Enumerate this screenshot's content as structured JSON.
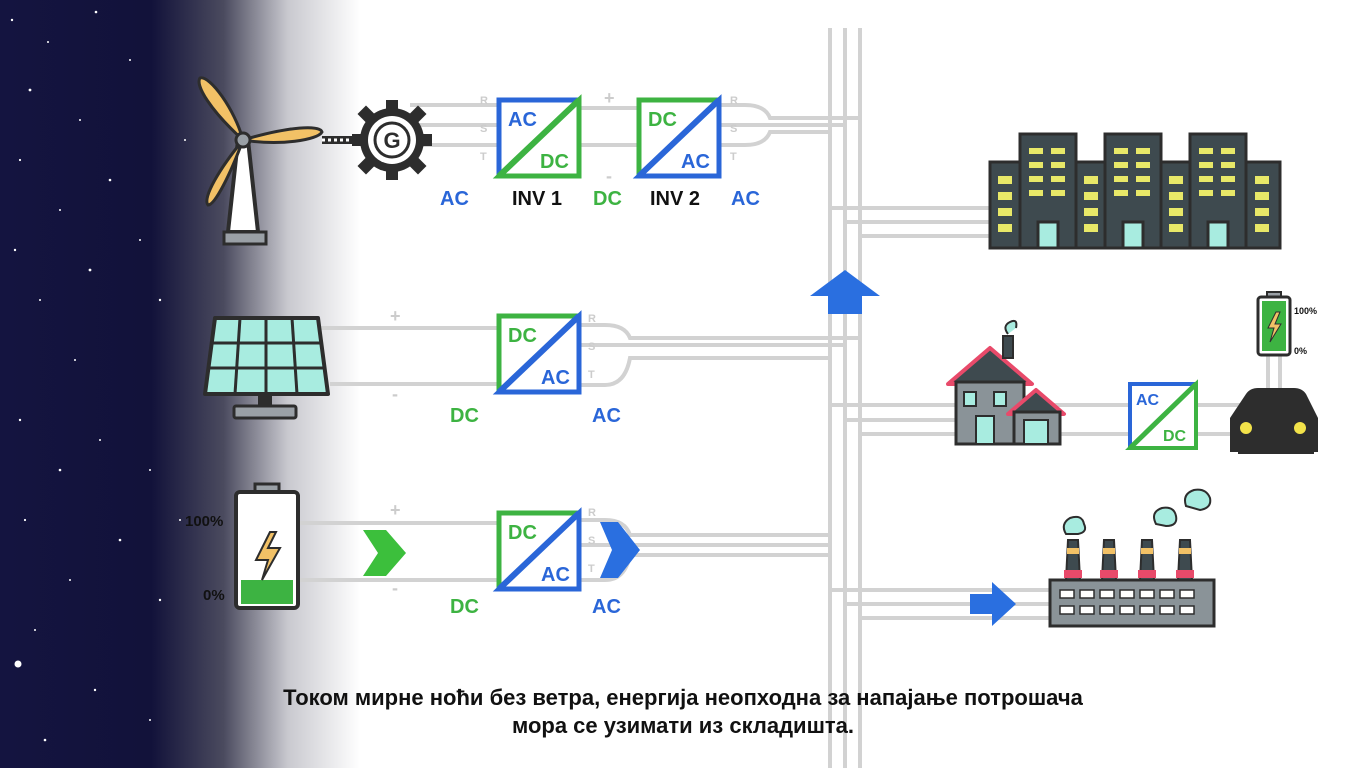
{
  "colors": {
    "ac": "#2a66d8",
    "dc": "#3db342",
    "night_sky": "#12123a",
    "wire": "#d2d2d2",
    "arrow_blue": "#2a6fe0",
    "arrow_green": "#3cbf3c"
  },
  "phase_labels": [
    "R",
    "S",
    "T"
  ],
  "polarity": {
    "plus": "+",
    "minus": "-"
  },
  "wind_row": {
    "generator_letter": "G",
    "inv1": {
      "top": "AC",
      "bottom": "DC",
      "label": "INV 1"
    },
    "inv2": {
      "top": "DC",
      "bottom": "AC",
      "label": "INV 2"
    },
    "label_left_ac": "AC",
    "label_mid_dc": "DC",
    "label_right_ac": "AC"
  },
  "solar_row": {
    "inverter": {
      "top": "DC",
      "bottom": "AC"
    },
    "label_dc": "DC",
    "label_ac": "AC"
  },
  "battery_row": {
    "inverter": {
      "top": "DC",
      "bottom": "AC"
    },
    "level_full": "100%",
    "level_empty": "0%",
    "label_dc": "DC",
    "label_ac": "AC"
  },
  "ev_charger": {
    "inverter": {
      "top": "AC",
      "bottom": "DC"
    },
    "level_full": "100%",
    "level_empty": "0%"
  },
  "caption": {
    "line1": "Током мирне ноћи без ветра, енергија неопходна за напајање потрошача",
    "line2": "мора се узимати из складишта."
  }
}
